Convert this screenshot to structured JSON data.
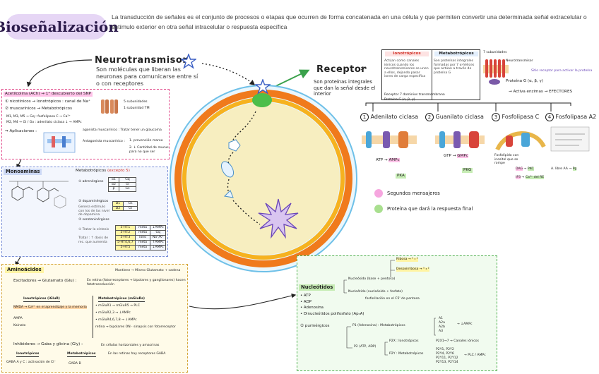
{
  "header": {
    "title": "Bioseñalización",
    "intro": "La transducción de señales es el conjunto de procesos o etapas que ocurren de forma concatenada en una célula y que permiten convertir una determinada señal extracelular o estímulo exterior en otra señal intracelular o respuesta específica"
  },
  "neuro": {
    "title": "Neurotransmisor",
    "desc": "Son moléculas que liberan las neuronas para comunicarse entre sí o con receptores"
  },
  "acetil": {
    "title": "Acetilcolina (ACh) → 1° descubierto del SNP",
    "l1": "① nicotínicos → Ionotrópicos : canal de Na⁺",
    "l2": "② muscarínicos → Metabotrópicos",
    "l3": "M1, M3, M5 → Gq : fosfolipasa C → Ca²⁺",
    "l4": "M2, M4 → Gi / Go : adenilato ciclasa ↓ → AMPc",
    "side1": "5 subunidades",
    "side2": "1 subunidad TM",
    "apl": "⇒ Aplicaciones :",
    "apl1": "agonista muscarínico : Tratar tener un glaucoma",
    "apl2": "Antagonista muscarínico :",
    "apl2a": "1. prevención mareo",
    "apl2b": "2. ↓ Cantidad de mucus para no que ser"
  },
  "monoaminas": {
    "title": "Monoaminas",
    "metab": "Metabotrópicos",
    "metab_note": "(excepto 5)",
    "adren": "① adrenérgicos",
    "dopa": "② dopaminérgicos",
    "dopa_sub": "Genera estímulo con los de las nivel de dopamina",
    "sero": "③ serotoninérgicos",
    "r_a1": "α1",
    "r_a1v": "Gq",
    "r_a2": "α2",
    "r_a2v": "Gi",
    "r_b": "β",
    "r_bv": "Gs",
    "d1": "D1",
    "d1v": "Gs",
    "d2": "D2",
    "d2v": "Gi",
    "s_rows": [
      [
        "5-HT1",
        "meta",
        "↓AMPc"
      ],
      [
        "5-HT2",
        "meta",
        "Gq"
      ],
      [
        "5-HT3",
        "iono",
        "Na⁺/K⁺"
      ],
      [
        "5-HT4,6,7",
        "meta",
        "↑AMPc"
      ],
      [
        "5-HT5",
        "meta",
        "↓AMPc"
      ]
    ],
    "note1": "① Tratar la síntesis",
    "note2": "Tratar : ↑ dosis de rec. que aumenta"
  },
  "aminoacidos": {
    "title": "Aminoácidos",
    "exc": "Excitadores → Glutamato (Glu) :",
    "exc_desc": "En retina (fotorreceptores → bipolares y ganglionares) hacen fototransducción",
    "top_note": "Mantiene → Mismo Glutamato + cadena",
    "iono": "Ionotrópicos (iGluR)",
    "metab": "Metabotrópicos (mGluRs)",
    "i1": "NMDA → Ca²⁺ en el aprendizaje y la memoria",
    "i2": "AMPA",
    "i3": "Kainato",
    "m1": "• mGluR1 → mGluR5 → PLC",
    "m2": "• mGluR2,3 → ↓AMPc",
    "m3": "• mGluR4,6,7,8 → ↓AMPc",
    "m4": "retina → bipolares ON · sinapsis con fotorreceptor",
    "inh": "Inhibidores → Gaba y glicina (Gly) :",
    "inh_desc": "En células horizontales y amacrinas",
    "gaba_a": "GABA A y C : activación de Cl⁻",
    "gaba_b": "GABA B",
    "gaba_iono": "Ionotrópicos",
    "gaba_meta": "Metabotrópicos",
    "gaba_note": "En las retinas hay receptores GABA"
  },
  "receptor": {
    "title": "Receptor",
    "desc": "Son proteínas integrales que dan la señal desde el interior",
    "iono_h": "Ionotrópicos",
    "iono_d": "Actúan como canales iónicos cuando los neurotransmisores se unen a ellos, dejando pasar iones de carga específica",
    "meta_h": "Metabotrópicos",
    "meta_d": "Son proteínas integrales formadas por 7 α-hélices que actúan a través de proteína G",
    "foot1": "Receptor 7 dominios transmembrana",
    "foot2": "Proteína G (α, β, γ)",
    "subunit": "7 subunidades",
    "ligand": "Neurotransmisor",
    "bound": "Sitio receptor para activar la proteína",
    "protg": "Proteína G (α, β, γ)",
    "chain": "→ Activa enzimas → EFECTORES",
    "eff": [
      {
        "n": "1",
        "label": "Adenilato ciclasa"
      },
      {
        "n": "2",
        "label": "Guanilato ciclasa"
      },
      {
        "n": "3",
        "label": "Fosfolipasa C"
      },
      {
        "n": "4",
        "label": "Fosfolipasa A2"
      }
    ],
    "e1_atp": "ATP",
    "e1_amp": "AMPc",
    "e1_pka": "PKA",
    "e2_gtp": "GTP",
    "e2_gmp": "GMPc",
    "e2_pkg": "PKG",
    "e3_note": "Fosfolípido con inositol que se rompe",
    "e3_dag": "DAG",
    "e3_pkc": "PKC",
    "e3_ip3": "IP3",
    "e3_ca": "Ca²⁺ del RE",
    "e4_aa": "A. libre AA",
    "e4_pg": "Pg",
    "legend_pink": "Segundos mensajeros",
    "legend_green": "Proteína que dará la respuesta final"
  },
  "nucleotidos": {
    "title": "Nucleótidos",
    "items": [
      "• ATP",
      "• ADP",
      "• Adenosina",
      "• Dinucleótidos polifosfato (ApₙA)"
    ],
    "nucleosido": "Nucleósido (base + pentosa)",
    "nucleotido": "Nucleótido (nucleósido + fosfato)",
    "fosf": "fosforilación en el C5' de pentosa",
    "ribosa": "Ribosa → ⁵ ₃ ²",
    "desoxi": "Desoxirribosa → ⁵ ₃ ²",
    "p1": "P1 (Adenosina) : Metabotrópicos",
    "p1_list": [
      "A1",
      "A2a",
      "A2b",
      "A3"
    ],
    "p1_out": "→ ↓AMPc",
    "purin": "② purinérgicos",
    "p2": "P2 (ATP, ADP)",
    "p2x": "P2X : Ionotrópicos",
    "p2x_out": "P2X1→7 → Canales iónicos",
    "p2y": "P2Y : Metabotrópicos",
    "p2y_list": [
      "P2Y1, P2Y2",
      "P2Y4, P2Y6",
      "P2Y11, P2Y12",
      "P2Y13, P2Y14"
    ],
    "p2y_out": "→ PLC / AMPc"
  }
}
